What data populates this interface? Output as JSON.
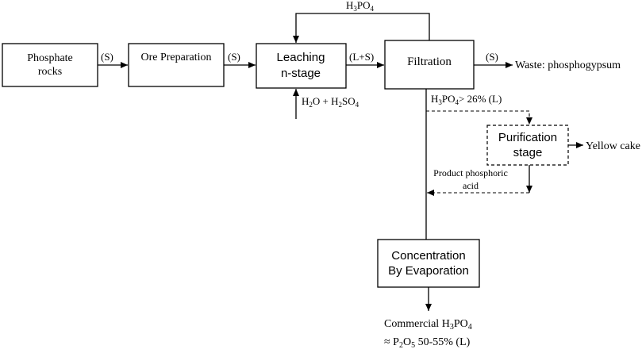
{
  "nodes": {
    "phosphate_rocks": [
      "Phosphate",
      "rocks"
    ],
    "ore_preparation": "Ore Preparation",
    "leaching": [
      "Leaching",
      "n-stage"
    ],
    "filtration": "Filtration",
    "purification": [
      "Purification",
      "stage"
    ],
    "concentration": [
      "Concentration",
      "By Evaporation"
    ]
  },
  "labels": {
    "s1": "(S)",
    "s2": "(S)",
    "ls": "(L+S)",
    "s3": "(S)",
    "waste": "Waste: phosphogypsum",
    "recycle": "H3PO4",
    "water_acid": "H2O + H2SO4",
    "acid_26": "H3PO4> 26% (L)",
    "yellow_cake": "Yellow cake",
    "product_acid": [
      "Product phosphoric",
      "acid"
    ],
    "commercial": "Commercial H3PO4",
    "p2o5": "≈ P2O5 50-55% (L)"
  }
}
